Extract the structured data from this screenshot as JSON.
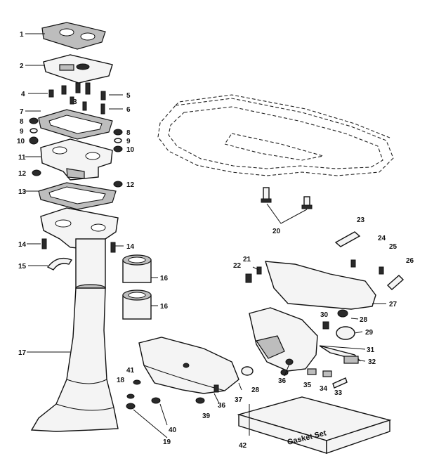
{
  "callouts": [
    {
      "id": "c1",
      "label": "1"
    },
    {
      "id": "c2",
      "label": "2"
    },
    {
      "id": "c3",
      "label": "3"
    },
    {
      "id": "c4",
      "label": "4"
    },
    {
      "id": "c5",
      "label": "5"
    },
    {
      "id": "c6",
      "label": "6"
    },
    {
      "id": "c7",
      "label": "7"
    },
    {
      "id": "c8a",
      "label": "8"
    },
    {
      "id": "c8b",
      "label": "8"
    },
    {
      "id": "c9a",
      "label": "9"
    },
    {
      "id": "c9b",
      "label": "9"
    },
    {
      "id": "c10a",
      "label": "10"
    },
    {
      "id": "c10b",
      "label": "10"
    },
    {
      "id": "c11",
      "label": "11"
    },
    {
      "id": "c12a",
      "label": "12"
    },
    {
      "id": "c12b",
      "label": "12"
    },
    {
      "id": "c13",
      "label": "13"
    },
    {
      "id": "c14a",
      "label": "14"
    },
    {
      "id": "c14b",
      "label": "14"
    },
    {
      "id": "c15",
      "label": "15"
    },
    {
      "id": "c16a",
      "label": "16"
    },
    {
      "id": "c16b",
      "label": "16"
    },
    {
      "id": "c17",
      "label": "17"
    },
    {
      "id": "c18",
      "label": "18"
    },
    {
      "id": "c19",
      "label": "19"
    },
    {
      "id": "c20",
      "label": "20"
    },
    {
      "id": "c21",
      "label": "21"
    },
    {
      "id": "c22",
      "label": "22"
    },
    {
      "id": "c23",
      "label": "23"
    },
    {
      "id": "c24",
      "label": "24"
    },
    {
      "id": "c25",
      "label": "25"
    },
    {
      "id": "c26",
      "label": "26"
    },
    {
      "id": "c27",
      "label": "27"
    },
    {
      "id": "c28a",
      "label": "28"
    },
    {
      "id": "c28b",
      "label": "28"
    },
    {
      "id": "c29",
      "label": "29"
    },
    {
      "id": "c30",
      "label": "30"
    },
    {
      "id": "c31",
      "label": "31"
    },
    {
      "id": "c32",
      "label": "32"
    },
    {
      "id": "c33",
      "label": "33"
    },
    {
      "id": "c34",
      "label": "34"
    },
    {
      "id": "c35",
      "label": "35"
    },
    {
      "id": "c36a",
      "label": "36"
    },
    {
      "id": "c36b",
      "label": "36"
    },
    {
      "id": "c37",
      "label": "37"
    },
    {
      "id": "c39",
      "label": "39"
    },
    {
      "id": "c40",
      "label": "40"
    },
    {
      "id": "c41",
      "label": "41"
    },
    {
      "id": "c42",
      "label": "42"
    }
  ],
  "gasket_box": {
    "label": "Gasket Set"
  }
}
